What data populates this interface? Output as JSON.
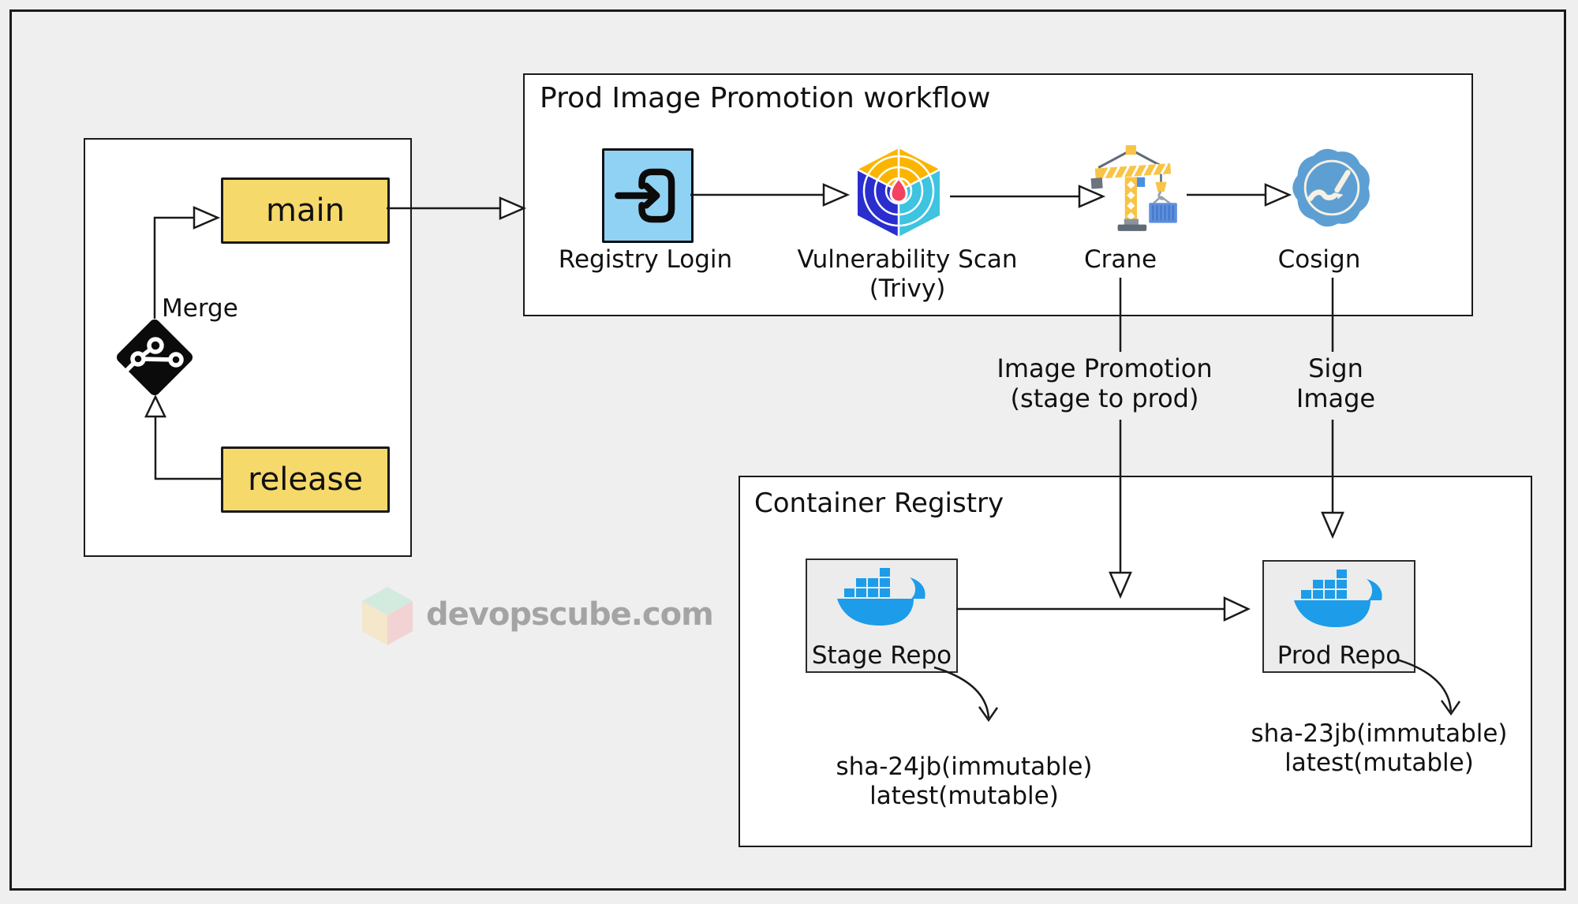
{
  "colors": {
    "background": "#efefef",
    "panel_bg": "#ffffff",
    "line": "#1a1a1a",
    "branch_yellow": "#f6d96b",
    "login_blue": "#90d2f4",
    "docker_blue": "#1d9ce9",
    "cosign_blue": "#5d9fd3",
    "trivy_top": "#fbb500",
    "trivy_left": "#2a2ece",
    "trivy_right": "#3ec3e0",
    "trivy_dot": "#f4415f",
    "crane_yellow": "#f8c445",
    "crane_gray": "#5f6b77",
    "container_blue": "#5e8fdd",
    "repo_box_bg": "#ececec",
    "watermark_gray": "#9c9c9c"
  },
  "git_panel": {
    "main_branch": "main",
    "merge_label": "Merge",
    "release_branch": "release"
  },
  "workflow_panel": {
    "title": "Prod Image Promotion workflow",
    "steps": [
      {
        "label": "Registry Login"
      },
      {
        "label": "Vulnerability Scan",
        "sublabel": "(Trivy)"
      },
      {
        "label": "Crane"
      },
      {
        "label": "Cosign"
      }
    ]
  },
  "edge_labels": {
    "image_promotion_line1": "Image Promotion",
    "image_promotion_line2": "(stage to prod)",
    "sign_image_line1": "Sign",
    "sign_image_line2": "Image"
  },
  "registry_panel": {
    "title": "Container Registry",
    "stage_repo": {
      "label": "Stage Repo",
      "tag_line1": "sha-24jb(immutable)",
      "tag_line2": "latest(mutable)"
    },
    "prod_repo": {
      "label": "Prod Repo",
      "tag_line1": "sha-23jb(immutable)",
      "tag_line2": "latest(mutable)"
    }
  },
  "watermark": {
    "text": "devopscube.com"
  }
}
